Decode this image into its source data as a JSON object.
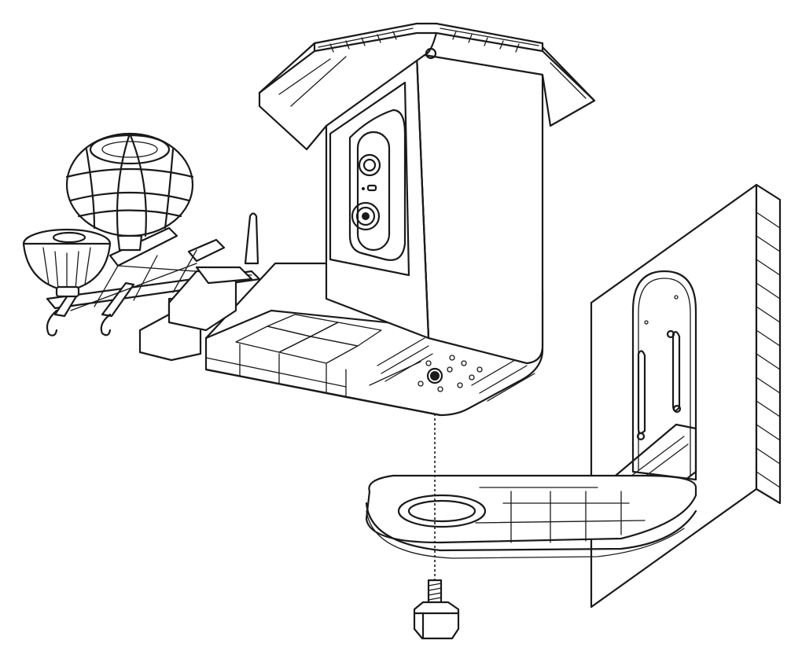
{
  "figure": {
    "type": "exploded-assembly-diagram",
    "parts": [
      "bird-feeder-body",
      "roof",
      "camera-module",
      "perch-rack",
      "bird-bath-cup",
      "suet-ball-cage",
      "seed-tray",
      "wall-mount-bracket",
      "wall",
      "thumb-screw"
    ],
    "line_color": "#1a1a1a",
    "background": "#ffffff"
  }
}
